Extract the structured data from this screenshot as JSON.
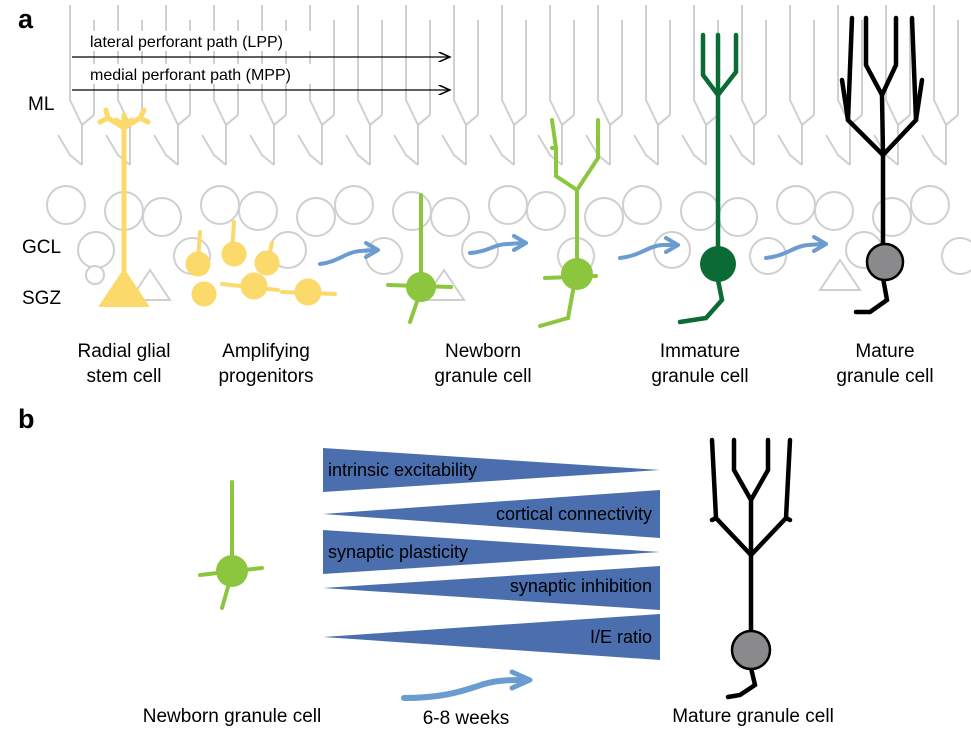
{
  "panel_a": {
    "letter": "a",
    "pathways": {
      "lpp": "lateral perforant path (LPP)",
      "mpp": "medial perforant path (MPP)"
    },
    "layers": {
      "ml": "ML",
      "gcl": "GCL",
      "sgz": "SGZ"
    },
    "stages": [
      {
        "line1": "Radial glial",
        "line2": "stem cell"
      },
      {
        "line1": "Amplifying",
        "line2": "progenitors"
      },
      {
        "line1": "Newborn",
        "line2": "granule cell"
      },
      {
        "line1": "Immature",
        "line2": "granule cell"
      },
      {
        "line1": "Mature",
        "line2": "granule cell"
      }
    ]
  },
  "panel_b": {
    "letter": "b",
    "left_label": "Newborn granule cell",
    "right_label": "Mature granule cell",
    "time_label": "6-8 weeks",
    "properties": [
      {
        "label": "intrinsic excitability",
        "trend": "decreasing"
      },
      {
        "label": "cortical connectivity",
        "trend": "increasing"
      },
      {
        "label": "synaptic plasticity",
        "trend": "decreasing"
      },
      {
        "label": "synaptic inhibition",
        "trend": "increasing"
      },
      {
        "label": "I/E ratio",
        "trend": "increasing"
      }
    ]
  },
  "colors": {
    "stem": "#fbd96b",
    "newborn": "#8cc63e",
    "immature": "#0b6b34",
    "mature_soma": "#8a8a8c",
    "wedge": "#4b6fae",
    "arrow": "#6b9ccf",
    "background_cells": "#cfcfcf"
  }
}
